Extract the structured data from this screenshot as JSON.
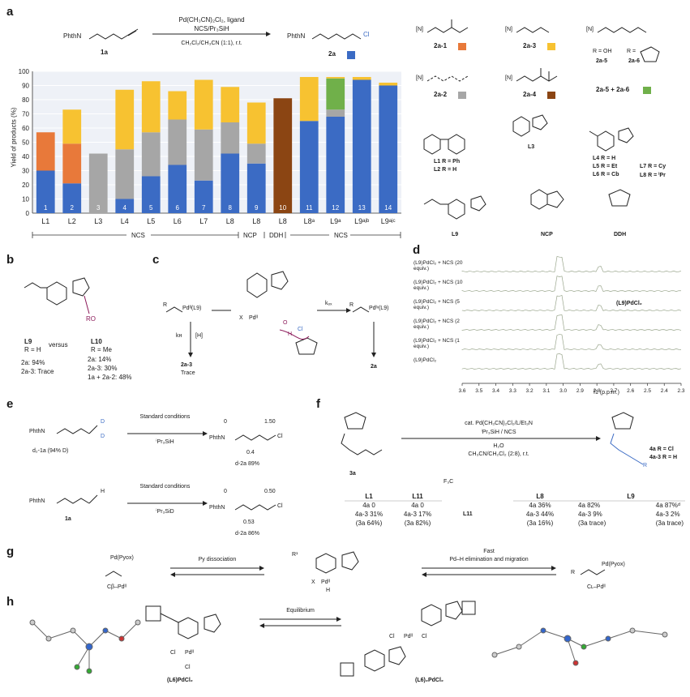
{
  "panels": {
    "a": "a",
    "b": "b",
    "c": "c",
    "d": "d",
    "e": "e",
    "f": "f",
    "g": "g",
    "h": "h"
  },
  "panel_a": {
    "reagents_top": "Pd(CH₃CN)₂Cl₂, ligand",
    "reagents_mid": "NCS/Pr₃SiH",
    "reagents_bot": "CH₂Cl₂/CH₃CN (1:1), r.t.",
    "sm_label": "1a",
    "sm_name": "PhthN",
    "prod_name": "PhthN",
    "prod_label": "2a",
    "prod_cl": "Cl",
    "group_ncs": "NCS",
    "group_ncp": "NCP",
    "group_ddh": "DDH",
    "group_ncs2": "NCS",
    "products_legend": [
      {
        "label": "2a-1",
        "color": "#e8793a"
      },
      {
        "label": "2a-3",
        "color": "#f7c231"
      },
      {
        "label": "2a-2",
        "color": "#a6a6a6"
      },
      {
        "label": "2a-4",
        "color": "#8b4513"
      },
      {
        "label": "2a-5 + 2a-6",
        "color": "#70b04a"
      }
    ],
    "r_oh": "R = OH",
    "r_succ": "R =",
    "lbl_2a5": "2a-5",
    "lbl_2a6": "2a-6",
    "n_bracket": "[N]",
    "ligands": {
      "l1": "L1 R = Ph",
      "l2": "L2 R = H",
      "l3": "L3",
      "l4": "L4 R = H",
      "l5": "L5 R = Et",
      "l6": "L6 R = Cb",
      "l7": "L7 R = Cy",
      "l8": "L8 R = ⁱPr",
      "l9": "L9",
      "ncp": "NCP",
      "ddh": "DDH"
    }
  },
  "chart_data": {
    "type": "bar",
    "ylabel": "Yield of products (%)",
    "ylim": [
      0,
      100
    ],
    "yticks": [
      0,
      10,
      20,
      30,
      40,
      50,
      60,
      70,
      80,
      90,
      100
    ],
    "categories": [
      "L1",
      "L2",
      "L3",
      "L4",
      "L5",
      "L6",
      "L7",
      "L8",
      "L8",
      "L8",
      "L8ᵃ",
      "L9ᵃ",
      "L9ᵃʲᵇ",
      "L9ᵃʲᶜ"
    ],
    "bar_numbers": [
      "1",
      "2",
      "3",
      "4",
      "5",
      "6",
      "7",
      "8",
      "9",
      "10",
      "11",
      "12",
      "13",
      "14"
    ],
    "series": [
      {
        "name": "2a",
        "color": "#3b6bc4",
        "values": [
          30,
          21,
          0,
          10,
          26,
          34,
          23,
          42,
          35,
          0,
          65,
          68,
          94,
          90
        ]
      },
      {
        "name": "2a-2",
        "color": "#a6a6a6",
        "values": [
          0,
          0,
          42,
          35,
          31,
          32,
          36,
          22,
          14,
          0,
          0,
          5,
          0,
          0
        ]
      },
      {
        "name": "2a-1",
        "color": "#e8793a",
        "values": [
          27,
          28,
          0,
          0,
          0,
          0,
          0,
          0,
          0,
          0,
          0,
          0,
          0,
          0
        ]
      },
      {
        "name": "2a-4",
        "color": "#8b4513",
        "values": [
          0,
          0,
          0,
          0,
          0,
          0,
          0,
          0,
          0,
          81,
          0,
          0,
          0,
          0
        ]
      },
      {
        "name": "2a-5 + 2a-6",
        "color": "#70b04a",
        "values": [
          0,
          0,
          0,
          0,
          0,
          0,
          0,
          0,
          0,
          0,
          0,
          22,
          0,
          0
        ]
      },
      {
        "name": "2a-3",
        "color": "#f7c231",
        "values": [
          0,
          24,
          0,
          42,
          36,
          20,
          35,
          25,
          29,
          0,
          31,
          1,
          2,
          2
        ]
      }
    ]
  },
  "panel_b": {
    "l9": "L9",
    "l9_r": "R = H",
    "versus": "versus",
    "l10": "L10",
    "l10_r": "R = Me",
    "l9_2a": "2a: 94%",
    "l9_2a3": "2a-3: Trace",
    "l10_2a": "2a: 14%",
    "l10_2a3": "2a-3: 30%",
    "l10_1a": "1a + 2a-2: 48%",
    "ro": "RO"
  },
  "panel_c": {
    "pd_l9": "Pdᴵᴵ(L9)",
    "kh": "kʜ",
    "h": "[H]",
    "trace_lbl": "2a-3",
    "trace": "Trace",
    "kox": "kₒₓ",
    "pdiv": "Pdᴵᵛ(L9)",
    "prod": "2a",
    "x": "X",
    "pdii": "Pdᴵᴵ",
    "cl": "Cl",
    "o": "O",
    "h2": "H",
    "r": "R"
  },
  "panel_d": {
    "traces": [
      "(L9)PdCl₂ + NCS (20 equiv.)",
      "(L9)PdCl₂ + NCS (10 equiv.)",
      "(L9)PdCl₂ + NCS (5 equiv.)",
      "(L9)PdCl₂ + NCS (2 equiv.)",
      "(L9)PdCl₂ + NCS (1 equiv.)",
      "(L9)PdCl₂"
    ],
    "xticks": [
      "3.6",
      "3.5",
      "3.4",
      "3.3",
      "3.2",
      "3.1",
      "3.0",
      "2.9",
      "2.8",
      "2.7",
      "2.6",
      "2.5",
      "2.4",
      "2.3"
    ],
    "xlabel": "f1 (p.p.m.)",
    "complex": "(L9)PdCl₂"
  },
  "panel_e": {
    "sm1": "d₂-1a (94% D)",
    "cond1": "Standard conditions",
    "reag1": "ⁱPr₃SiH",
    "prod1": "d-2a 89%",
    "d1a": "0",
    "d1b": "1.50",
    "d1c": "0.4",
    "sm2": "1a",
    "cond2": "Standard conditions",
    "reag2": "ⁱPr₃SiD",
    "prod2": "d-2a 86%",
    "d2a": "0",
    "d2b": "0.50",
    "d2c": "0.53",
    "phthn": "PhthN",
    "d": "D",
    "cl": "Cl",
    "h": "H"
  },
  "panel_f": {
    "sm": "3a",
    "cat": "cat. Pd(CH₃CN)₂Cl₂/L/Et₃N",
    "reag": "ⁱPr₃SiH / NCS",
    "h2o": "H₂O",
    "solv": "CH₃CN/CH₂Cl₂ (2:8), r.t.",
    "prod_a": "4a R = Cl",
    "prod_b": "4a-3 R = H",
    "r": "R",
    "l11": "L11",
    "f3c": "F₃C",
    "table": [
      {
        "lig": "L1",
        "r1": "4a 0",
        "r2": "4a-3 31%",
        "r3": "(3a 64%)"
      },
      {
        "lig": "L11",
        "r1": "4a 0",
        "r2": "4a-3 17%",
        "r3": "(3a 82%)"
      },
      {
        "lig": "L8",
        "r1": "4a 36%",
        "r2": "4a-3 44%",
        "r3": "(3a 16%)"
      },
      {
        "lig": "L9",
        "r1": "4a 87%ᵈ",
        "r2": "4a-3 2%",
        "r3": "(3a trace)"
      }
    ],
    "l9_extra": {
      "r1": "4a 82%",
      "r2": "4a-3 9%",
      "r3": "(3a trace)"
    }
  },
  "panel_g": {
    "left_top": "Pd(Pyox)",
    "left_bot": "Cβ–Pdᴵᴵ",
    "py": "Py dissociation",
    "fast": "Fast",
    "pdh": "Pd–H elimination and migration",
    "right_top": "Pd(Pyox)",
    "right_bot": "Cʟ–Pdᴵᴵ",
    "r": "R",
    "r1": "R¹",
    "x": "X",
    "pd": "Pdᴵᴵ",
    "h": "H"
  },
  "panel_h": {
    "l6": "(L6)PdCl₂",
    "eq": "Equilibrium",
    "l62": "(L6)₂PdCl₂",
    "cl": "Cl",
    "pd": "Pdᴵᴵ"
  }
}
